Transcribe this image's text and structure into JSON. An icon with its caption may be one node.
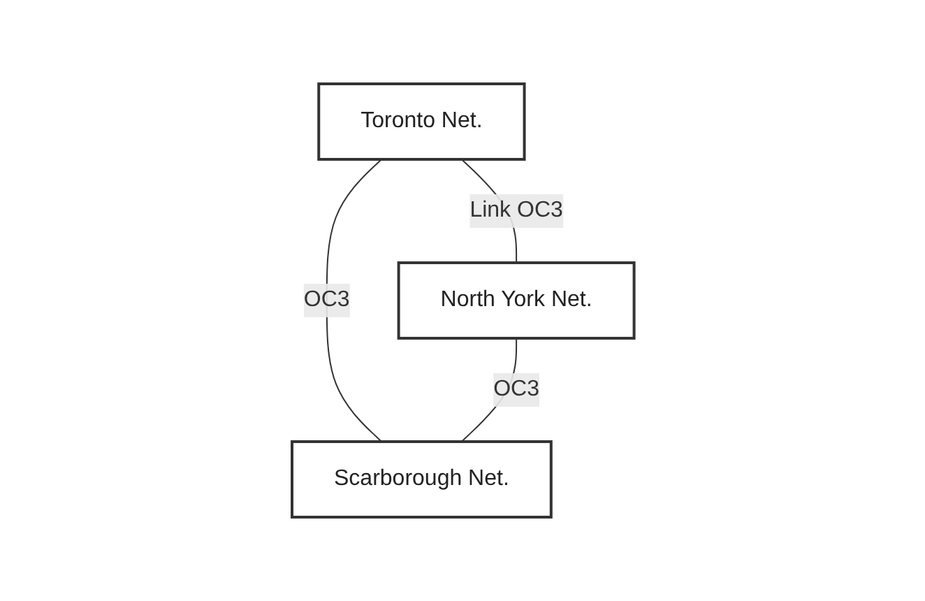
{
  "diagram": {
    "nodes": [
      {
        "text": [
          "Toronto Net."
        ]
      },
      {
        "text": [
          "North York Net."
        ]
      },
      {
        "text": [
          "Scarborough Net."
        ]
      }
    ],
    "edges": [
      {
        "from": 0,
        "to": 1,
        "arrow": "none",
        "label": "Link OC3"
      },
      {
        "from": 0,
        "to": 2,
        "arrow": "none",
        "label": "OC3"
      },
      {
        "from": 1,
        "to": 2,
        "arrow": "none",
        "label": "OC3"
      }
    ]
  }
}
